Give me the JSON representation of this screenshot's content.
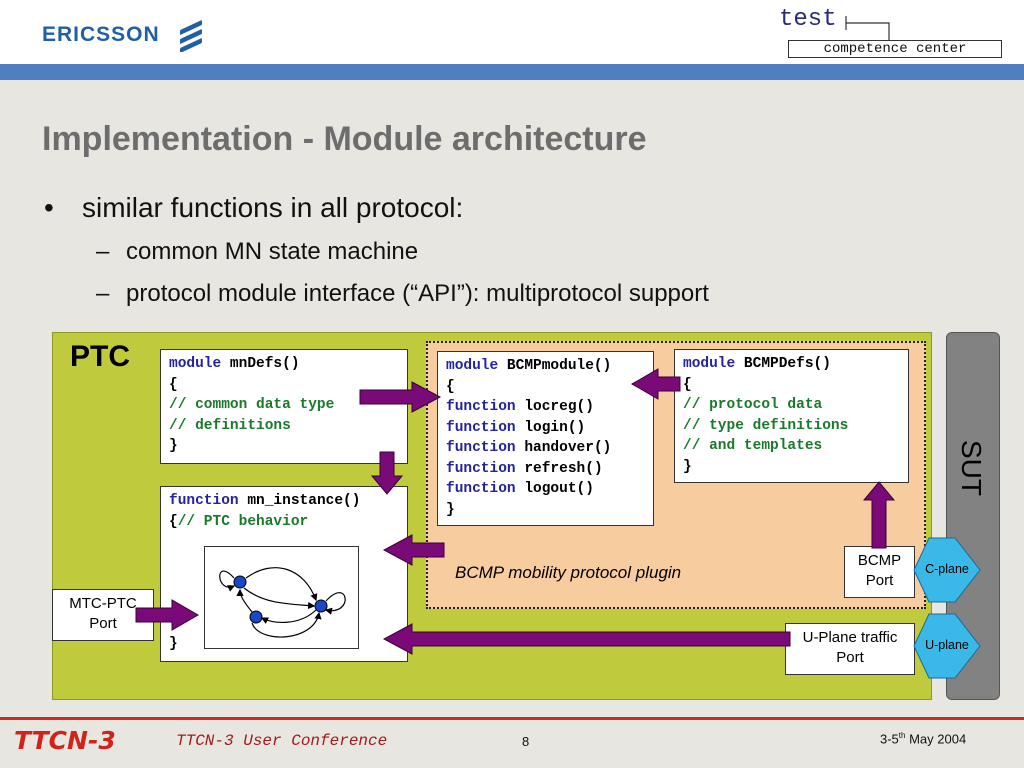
{
  "header": {
    "logo_text": "ERICSSON",
    "brand_test": "test",
    "brand_cc": "competence center"
  },
  "title": "Implementation - Module architecture",
  "bullets": {
    "main": "similar functions in all protocol:",
    "sub": [
      "common MN state machine",
      "protocol module interface (“API”): multiprotocol support"
    ]
  },
  "diagram": {
    "ptc_label": "PTC",
    "sut_label": "SUT",
    "plugin_label": "BCMP mobility protocol plugin",
    "mndefs": {
      "l1_kw": "module",
      "l1_rest": "mnDefs()",
      "l2": "{",
      "l3": "// common data type",
      "l4": "// definitions",
      "l5": "}"
    },
    "mn_instance": {
      "l1_kw": "function",
      "l1_rest": "mn_instance()",
      "l2_brace": "{",
      "l2_cm": "// PTC behavior",
      "l3": "}"
    },
    "bcmpmodule": {
      "l1_kw": "module",
      "l1_rest": "BCMPmodule()",
      "l2": "{",
      "functions": [
        {
          "kw": "function",
          "name": "locreg()"
        },
        {
          "kw": "function",
          "name": "login()"
        },
        {
          "kw": "function",
          "name": "handover()"
        },
        {
          "kw": "function",
          "name": "refresh()"
        },
        {
          "kw": "function",
          "name": "logout()"
        }
      ],
      "l_end": "}"
    },
    "bcmpdefs": {
      "l1_kw": "module",
      "l1_rest": "BCMPDefs()",
      "l2": "{",
      "l3": "// protocol data",
      "l4": "// type definitions",
      "l5": "// and templates",
      "l6": "}"
    },
    "ports": {
      "mtc_ptc": [
        "MTC-PTC",
        "Port"
      ],
      "bcmp": [
        "BCMP",
        "Port"
      ],
      "uplane_traffic": [
        "U-Plane traffic",
        "Port"
      ]
    },
    "planes": {
      "c_plane": "C-plane",
      "u_plane": "U-plane"
    },
    "colors": {
      "arrow": "#7a0a78",
      "plane_arrow": "#3ab8e8",
      "ptc_bg": "#bfcb3c",
      "plugin_bg": "#f7cda0",
      "sut_bg": "#828282"
    }
  },
  "footer": {
    "logo": "TTCN-3",
    "conference": "TTCN-3 User Conference",
    "page": "8",
    "date_prefix": "3-5",
    "date_sup": "th",
    "date_suffix": " May 2004"
  }
}
